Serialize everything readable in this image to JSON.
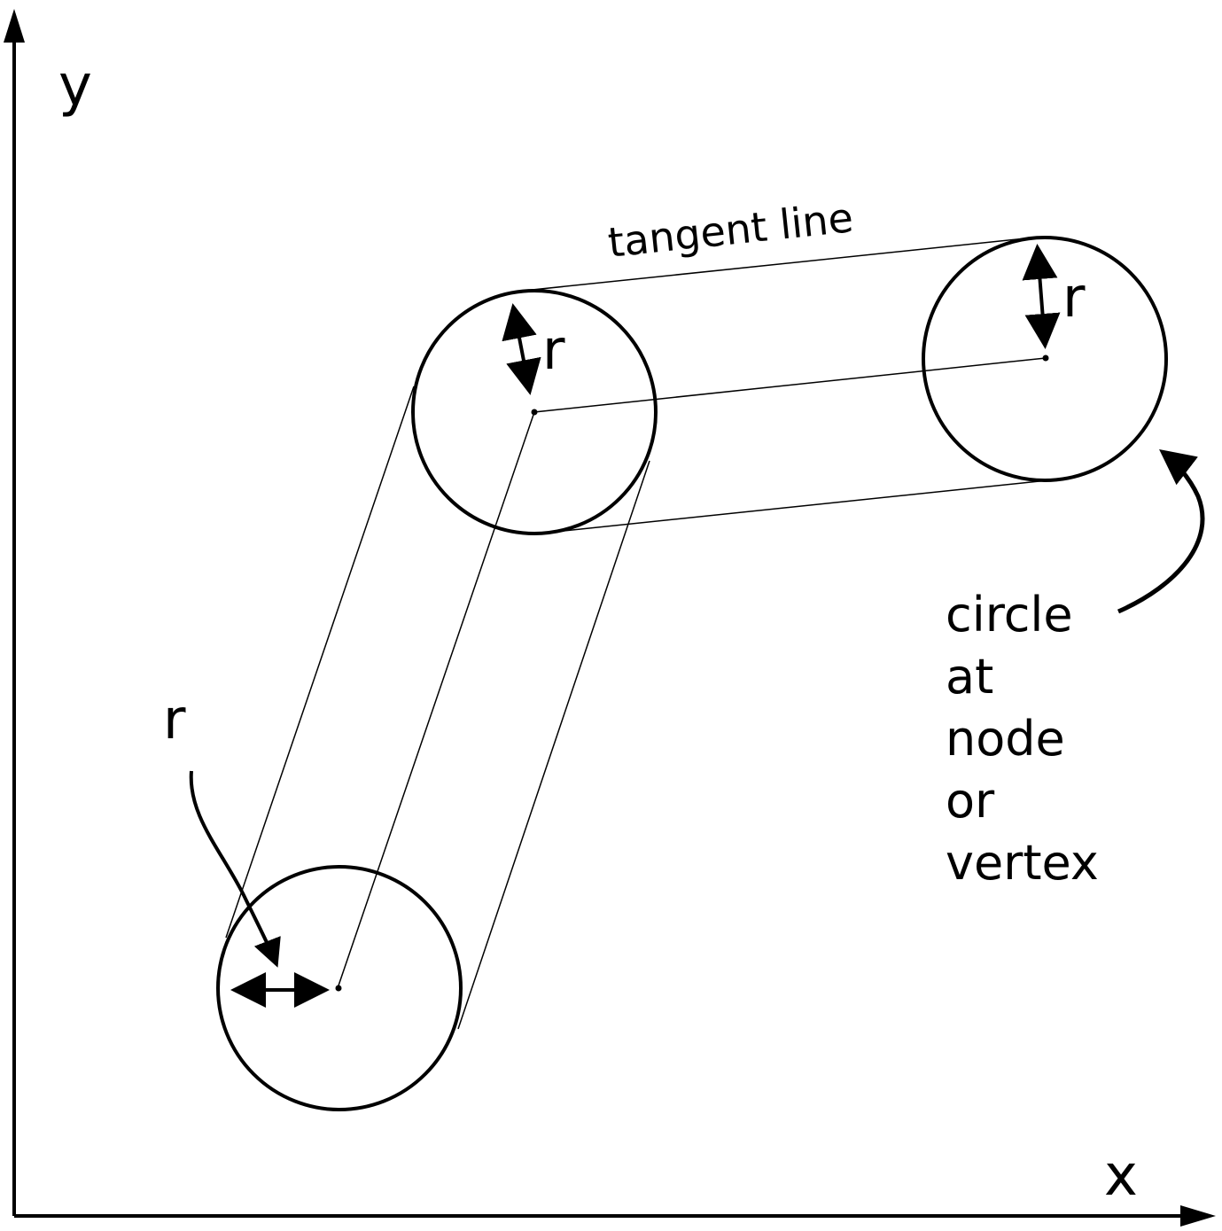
{
  "axes": {
    "x_label": "x",
    "y_label": "y"
  },
  "labels": {
    "tangent_line": "tangent line",
    "radius_mid": "r",
    "radius_right": "r",
    "radius_left": "r",
    "caption_lines": [
      "circle",
      "at",
      "node",
      "or",
      "vertex"
    ]
  },
  "colors": {
    "stroke": "#000000",
    "background": "#ffffff"
  }
}
